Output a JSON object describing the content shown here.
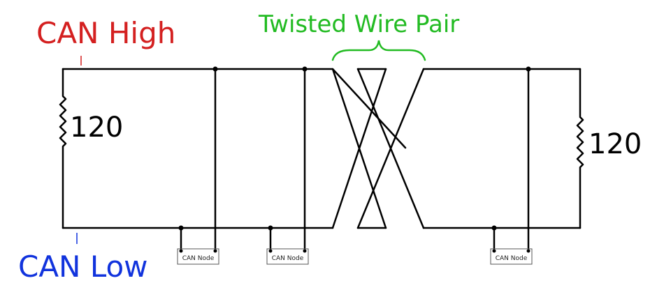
{
  "labels": {
    "can_high": "CAN High",
    "can_low": "CAN Low",
    "twisted_pair": "Twisted Wire Pair",
    "resistor_left": "120",
    "resistor_right": "120"
  },
  "nodes": [
    {
      "label": "CAN Node"
    },
    {
      "label": "CAN Node"
    },
    {
      "label": "CAN Node"
    }
  ],
  "colors": {
    "can_high": "#d42020",
    "can_low": "#1133dd",
    "twisted_pair": "#22bb22",
    "wire": "#000000"
  }
}
